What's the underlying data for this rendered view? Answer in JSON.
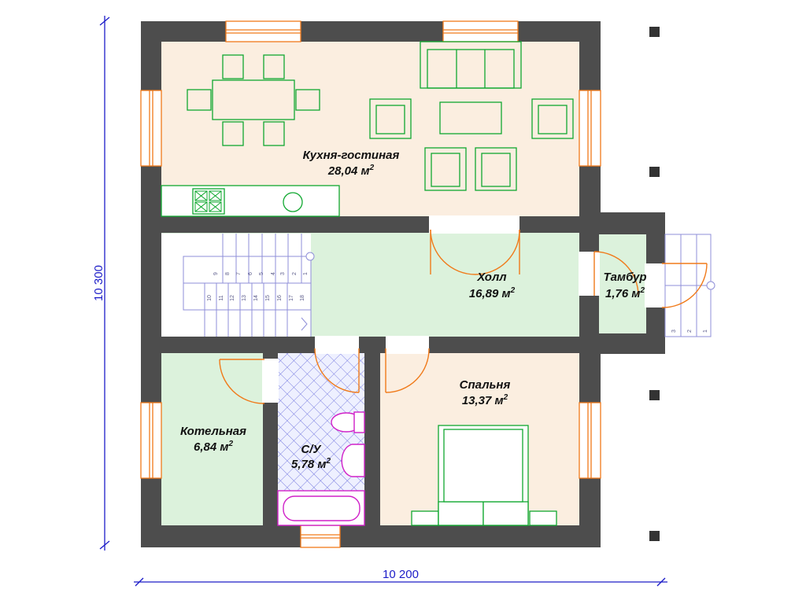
{
  "dimensions": {
    "height": "10 300",
    "width": "10 200"
  },
  "rooms": {
    "kitchen": {
      "name": "Кухня-гостиная",
      "area": "28,04 м",
      "sup": "2"
    },
    "hall": {
      "name": "Холл",
      "area": "16,89 м",
      "sup": "2"
    },
    "vestibule": {
      "name": "Тамбур",
      "area": "1,76 м",
      "sup": "2"
    },
    "bedroom": {
      "name": "Спальня",
      "area": "13,37 м",
      "sup": "2"
    },
    "boiler": {
      "name": "Котельная",
      "area": "6,84 м",
      "sup": "2"
    },
    "bathroom": {
      "name": "С/У",
      "area": "5,78 м",
      "sup": "2"
    }
  },
  "stairs": {
    "upper_steps": [
      "9",
      "8",
      "7",
      "6",
      "5",
      "4",
      "3",
      "2",
      "1"
    ],
    "lower_steps": [
      "10",
      "11",
      "12",
      "13",
      "14",
      "15",
      "16",
      "17",
      "18"
    ],
    "entry_steps": [
      "3",
      "2",
      "1"
    ]
  },
  "colors": {
    "wall": "#4d4d4d",
    "kitchen_fill": "#fbeee0",
    "hall_fill": "#dcf2dc",
    "dimension": "#1c1cc8",
    "furniture": "#10a830",
    "door": "#f07a1a",
    "sanitary": "#d020c8",
    "stair": "#8f8fd8"
  }
}
